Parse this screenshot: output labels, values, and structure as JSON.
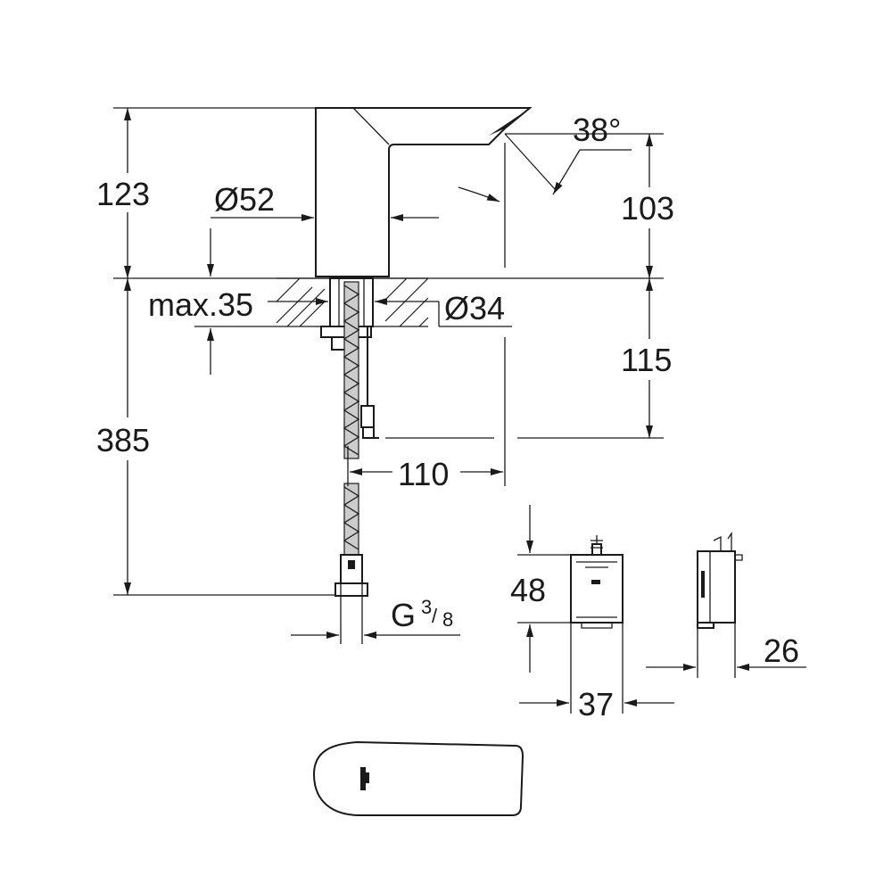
{
  "dimensions": {
    "height_top": "123",
    "diameter_spout": "Ø52",
    "angle": "38°",
    "height_right": "103",
    "max_thickness": "max.35",
    "diameter_hole": "Ø34",
    "depth_right": "115",
    "total_height": "385",
    "reach": "110",
    "thread_letter": "G",
    "thread_num": "3",
    "thread_den": "8",
    "box_height": "48",
    "box_width": "37",
    "box_depth": "26"
  },
  "colors": {
    "line": "#1a1a1a",
    "background": "#ffffff"
  }
}
